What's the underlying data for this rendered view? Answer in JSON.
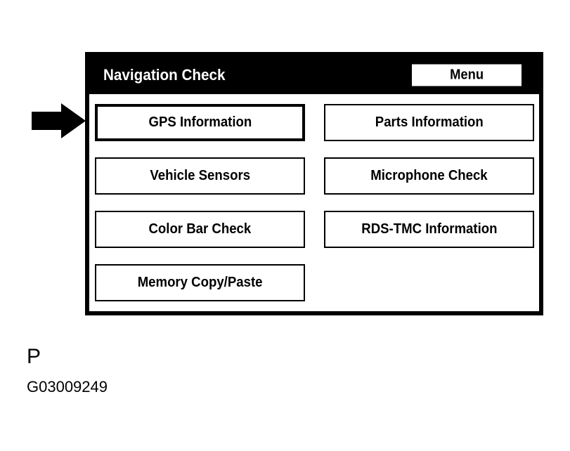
{
  "panel": {
    "title": "Navigation Check",
    "menu_button_label": "Menu",
    "header_bg": "#000000",
    "header_fg": "#ffffff",
    "border_color": "#000000",
    "body_bg": "#ffffff"
  },
  "tiles": {
    "left": [
      {
        "label": "GPS Information",
        "selected": true
      },
      {
        "label": "Vehicle Sensors",
        "selected": false
      },
      {
        "label": "Color Bar Check",
        "selected": false
      },
      {
        "label": "Memory Copy/Paste",
        "selected": false
      }
    ],
    "right": [
      {
        "label": "Parts Information",
        "selected": false
      },
      {
        "label": "Microphone Check",
        "selected": false
      },
      {
        "label": "RDS-TMC Information",
        "selected": false
      }
    ]
  },
  "pointer": {
    "name": "arrow-pointer",
    "target": "GPS Information"
  },
  "caption": {
    "letter": "P",
    "code": "G03009249"
  }
}
